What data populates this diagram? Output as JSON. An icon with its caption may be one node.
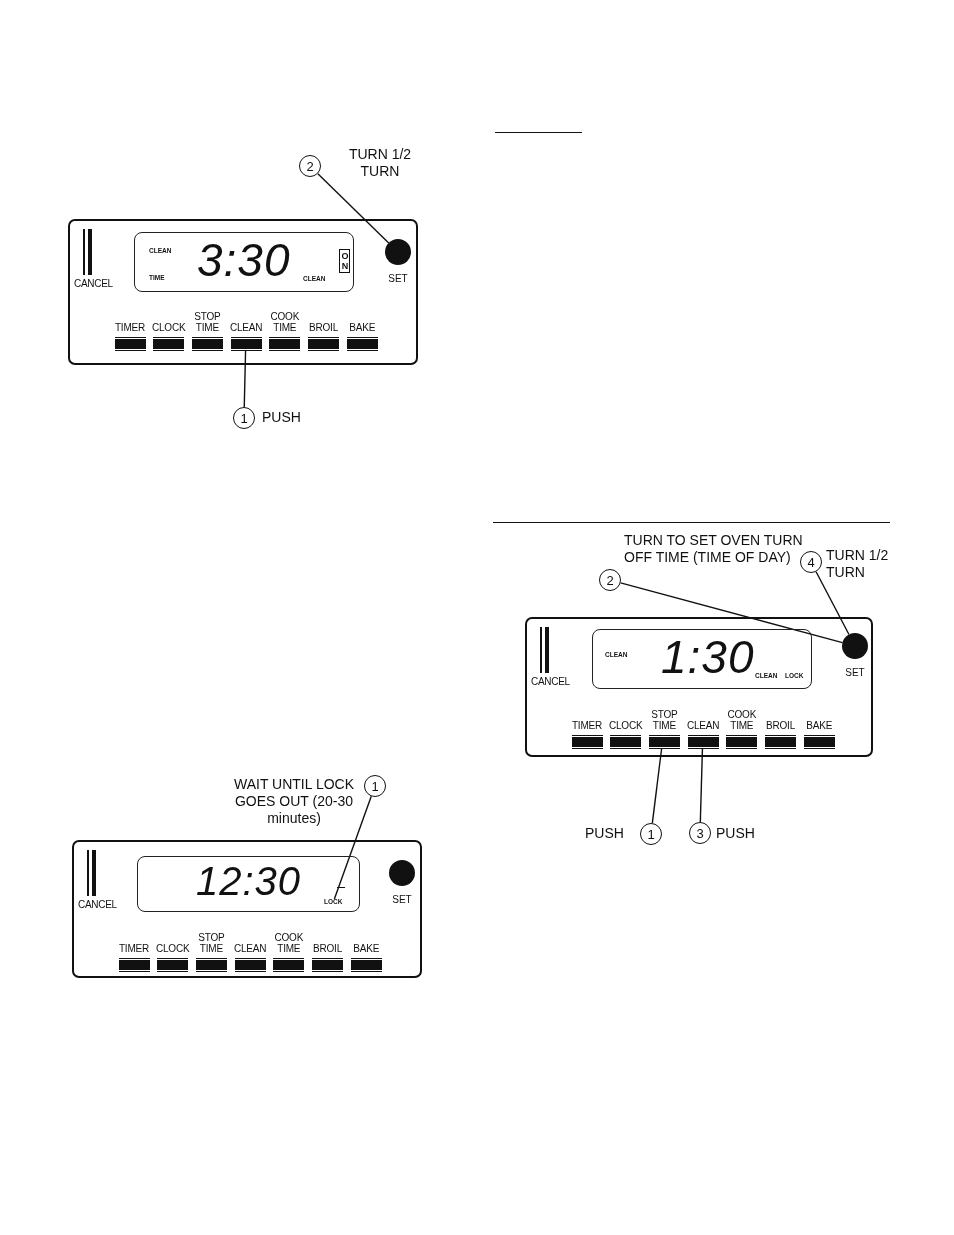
{
  "diagram": {
    "nodes": [
      {
        "text": [
          "2"
        ],
        "beside": [
          "TURN 1/2 TURN"
        ]
      },
      {
        "text": [],
        "shape": "box"
      },
      {
        "text": [
          "CANCEL"
        ],
        "in": 1
      },
      {
        "text": [
          "CLEAN",
          "TIME",
          "3:30",
          "CLEAN",
          "ON"
        ],
        "in": 1
      },
      {
        "text": [
          "SET"
        ],
        "in": 1
      },
      {
        "text": [
          "TIMER"
        ],
        "in": 1
      },
      {
        "text": [
          "CLOCK"
        ],
        "in": 1
      },
      {
        "text": [
          "STOP TIME"
        ],
        "in": 1
      },
      {
        "text": [
          "CLEAN"
        ],
        "in": 1
      },
      {
        "text": [
          "COOK TIME"
        ],
        "in": 1
      },
      {
        "text": [
          "BROIL"
        ],
        "in": 1
      },
      {
        "text": [
          "BAKE"
        ],
        "in": 1
      },
      {
        "text": [
          "1"
        ],
        "beside": [
          "PUSH"
        ]
      },
      {
        "text": [
          "2"
        ],
        "beside": [
          "TURN TO SET OVEN TURN OFF TIME (TIME OF DAY)"
        ]
      },
      {
        "text": [
          "4"
        ],
        "beside": [
          "TURN 1/2 TURN"
        ]
      },
      {
        "text": [],
        "shape": "box"
      },
      {
        "text": [
          "CANCEL"
        ],
        "in": 15
      },
      {
        "text": [
          "CLEAN",
          "1:30",
          "CLEAN",
          "LOCK"
        ],
        "in": 15
      },
      {
        "text": [
          "SET"
        ],
        "in": 15
      },
      {
        "text": [
          "TIMER"
        ],
        "in": 15
      },
      {
        "text": [
          "CLOCK"
        ],
        "in": 15
      },
      {
        "text": [
          "STOP TIME"
        ],
        "in": 15
      },
      {
        "text": [
          "CLEAN"
        ],
        "in": 15
      },
      {
        "text": [
          "COOK TIME"
        ],
        "in": 15
      },
      {
        "text": [
          "BROIL"
        ],
        "in": 15
      },
      {
        "text": [
          "BAKE"
        ],
        "in": 15
      },
      {
        "text": [
          "1"
        ],
        "beside": [
          "PUSH"
        ]
      },
      {
        "text": [
          "3"
        ],
        "beside": [
          "PUSH"
        ]
      },
      {
        "text": [
          "1"
        ],
        "beside": [
          "WAIT UNTIL LOCK GOES OUT (20-30 minutes)"
        ]
      },
      {
        "text": [],
        "shape": "box"
      },
      {
        "text": [
          "CANCEL"
        ],
        "in": 29
      },
      {
        "text": [
          "12:30"
        ],
        "in": 29
      },
      {
        "text": [
          "LOCK"
        ],
        "in": 31
      },
      {
        "text": [
          "SET"
        ],
        "in": 29
      },
      {
        "text": [
          "TIMER"
        ],
        "in": 29
      },
      {
        "text": [
          "CLOCK"
        ],
        "in": 29
      },
      {
        "text": [
          "STOP TIME"
        ],
        "in": 29
      },
      {
        "text": [
          "CLEAN"
        ],
        "in": 29
      },
      {
        "text": [
          "COOK TIME"
        ],
        "in": 29
      },
      {
        "text": [
          "BROIL"
        ],
        "in": 29
      },
      {
        "text": [
          "BAKE"
        ],
        "in": 29
      }
    ],
    "edges": [
      {
        "from": 0,
        "to": 4,
        "arrow": "none"
      },
      {
        "from": 12,
        "to": 8,
        "arrow": "none"
      },
      {
        "from": 13,
        "to": 18,
        "arrow": "none"
      },
      {
        "from": 14,
        "to": 18,
        "arrow": "none"
      },
      {
        "from": 26,
        "to": 21,
        "arrow": "none"
      },
      {
        "from": 27,
        "to": 22,
        "arrow": "none"
      },
      {
        "from": 28,
        "to": 32,
        "arrow": "none"
      }
    ]
  }
}
